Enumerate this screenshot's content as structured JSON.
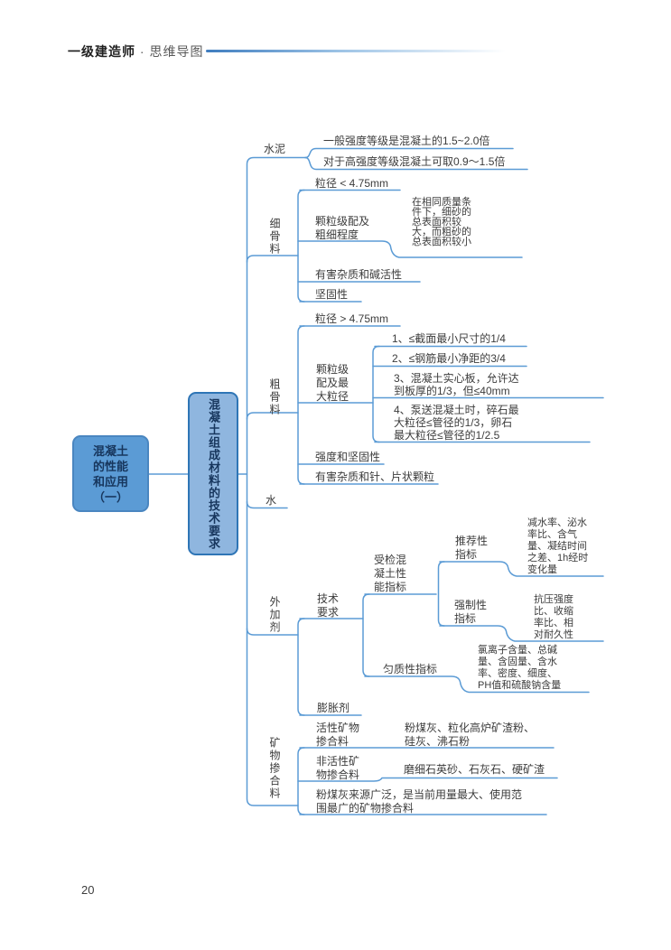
{
  "header": {
    "title_bold": "一级建造师",
    "title_rest": " · 思维导图"
  },
  "page_number": "20",
  "map": {
    "root": "混凝土\n的性能\n和应用\n（一）",
    "trunk": "混凝土组成材料的技术要求",
    "cement": {
      "label": "水泥",
      "c1": "一般强度等级是混凝土的1.5~2.0倍",
      "c2": "对于高强度等级混凝土可取0.9～1.5倍"
    },
    "fine": {
      "label": "细骨料",
      "size": "粒径 < 4.75mm",
      "grading": "颗粒级配及\n粗细程度",
      "grading_note": "在相同质量条\n件下，细砂的\n总表面积较\n大，而粗砂的\n总表面积较小",
      "impurity": "有害杂质和碱活性",
      "soundness": "坚固性"
    },
    "coarse": {
      "label": "粗骨料",
      "size": "粒径 > 4.75mm",
      "grading": "颗粒级\n配及最\n大粒径",
      "rules": [
        "1、≤截面最小尺寸的1/4",
        "2、≤钢筋最小净距的3/4",
        "3、混凝土实心板，允许达\n到板厚的1/3，但≤40mm",
        "4、泵送混凝土时，碎石最\n大粒径≤管径的1/3，卵石\n最大粒径≤管径的1/2.5"
      ],
      "strength": "强度和坚固性",
      "impurity": "有害杂质和针、片状颗粒"
    },
    "water": {
      "label": "水"
    },
    "admixture": {
      "label": "外加剂",
      "tech": "技术\n要求",
      "tested": "受检混\n凝土性\n能指标",
      "recommended": "推荐性\n指标",
      "recommended_note": "减水率、泌水\n率比、含气\n量、凝结时间\n之差、1h经时\n变化量",
      "mandatory": "强制性\n指标",
      "mandatory_note": "抗压强度\n比、收缩\n率比、相\n对耐久性",
      "uniformity": "匀质性指标",
      "uniformity_note": "氯离子含量、总碱\n量、含固量、含水\n率、密度、细度、\nPH值和硫酸钠含量",
      "expansion": "膨胀剂"
    },
    "mineral": {
      "label": "矿物掺合料",
      "active": "活性矿物\n掺合料",
      "active_note": "粉煤灰、粒化高炉矿渣粉、\n硅灰、沸石粉",
      "inactive": "非活性矿\n物掺合料",
      "inactive_note": "磨细石英砂、石灰石、硬矿渣",
      "flyash": "粉煤灰来源广泛，是当前用量最大、使用范\n围最广的矿物掺合料"
    }
  },
  "colors": {
    "line": "#5b9bd5",
    "root_fill": "#5b9bd5",
    "trunk_fill": "#8fb6df"
  }
}
